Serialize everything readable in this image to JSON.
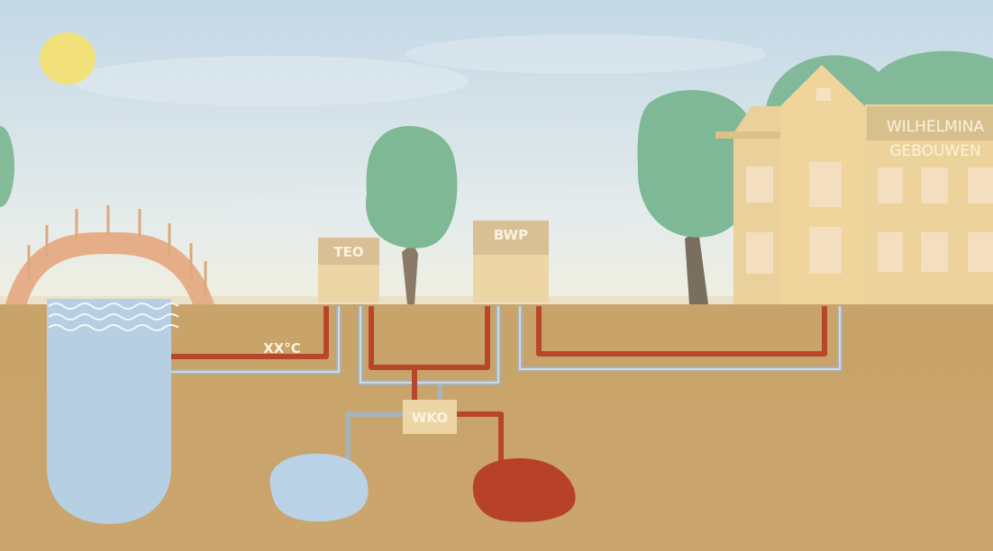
{
  "labels": {
    "teo": "TEO",
    "bwp": "BWP",
    "wko": "WKO",
    "temperature": "XX°C",
    "building_line1": "WILHELMINA",
    "building_line2": "GEBOUWEN"
  },
  "colors": {
    "sky_top": "#c7dbe8",
    "sky_bottom": "#eef0e4",
    "ground": "#c9a46c",
    "water": "#b5cfe2",
    "pipe_cold": "#a9b4b7",
    "pipe_hot": "#b9462b",
    "hot_reservoir": "#b9412a",
    "cold_reservoir": "#b8d2e4",
    "building": "#ecd29b",
    "tree_foliage": "#7fb896",
    "bridge": "#e5ad87",
    "sun": "#f4e07a"
  }
}
